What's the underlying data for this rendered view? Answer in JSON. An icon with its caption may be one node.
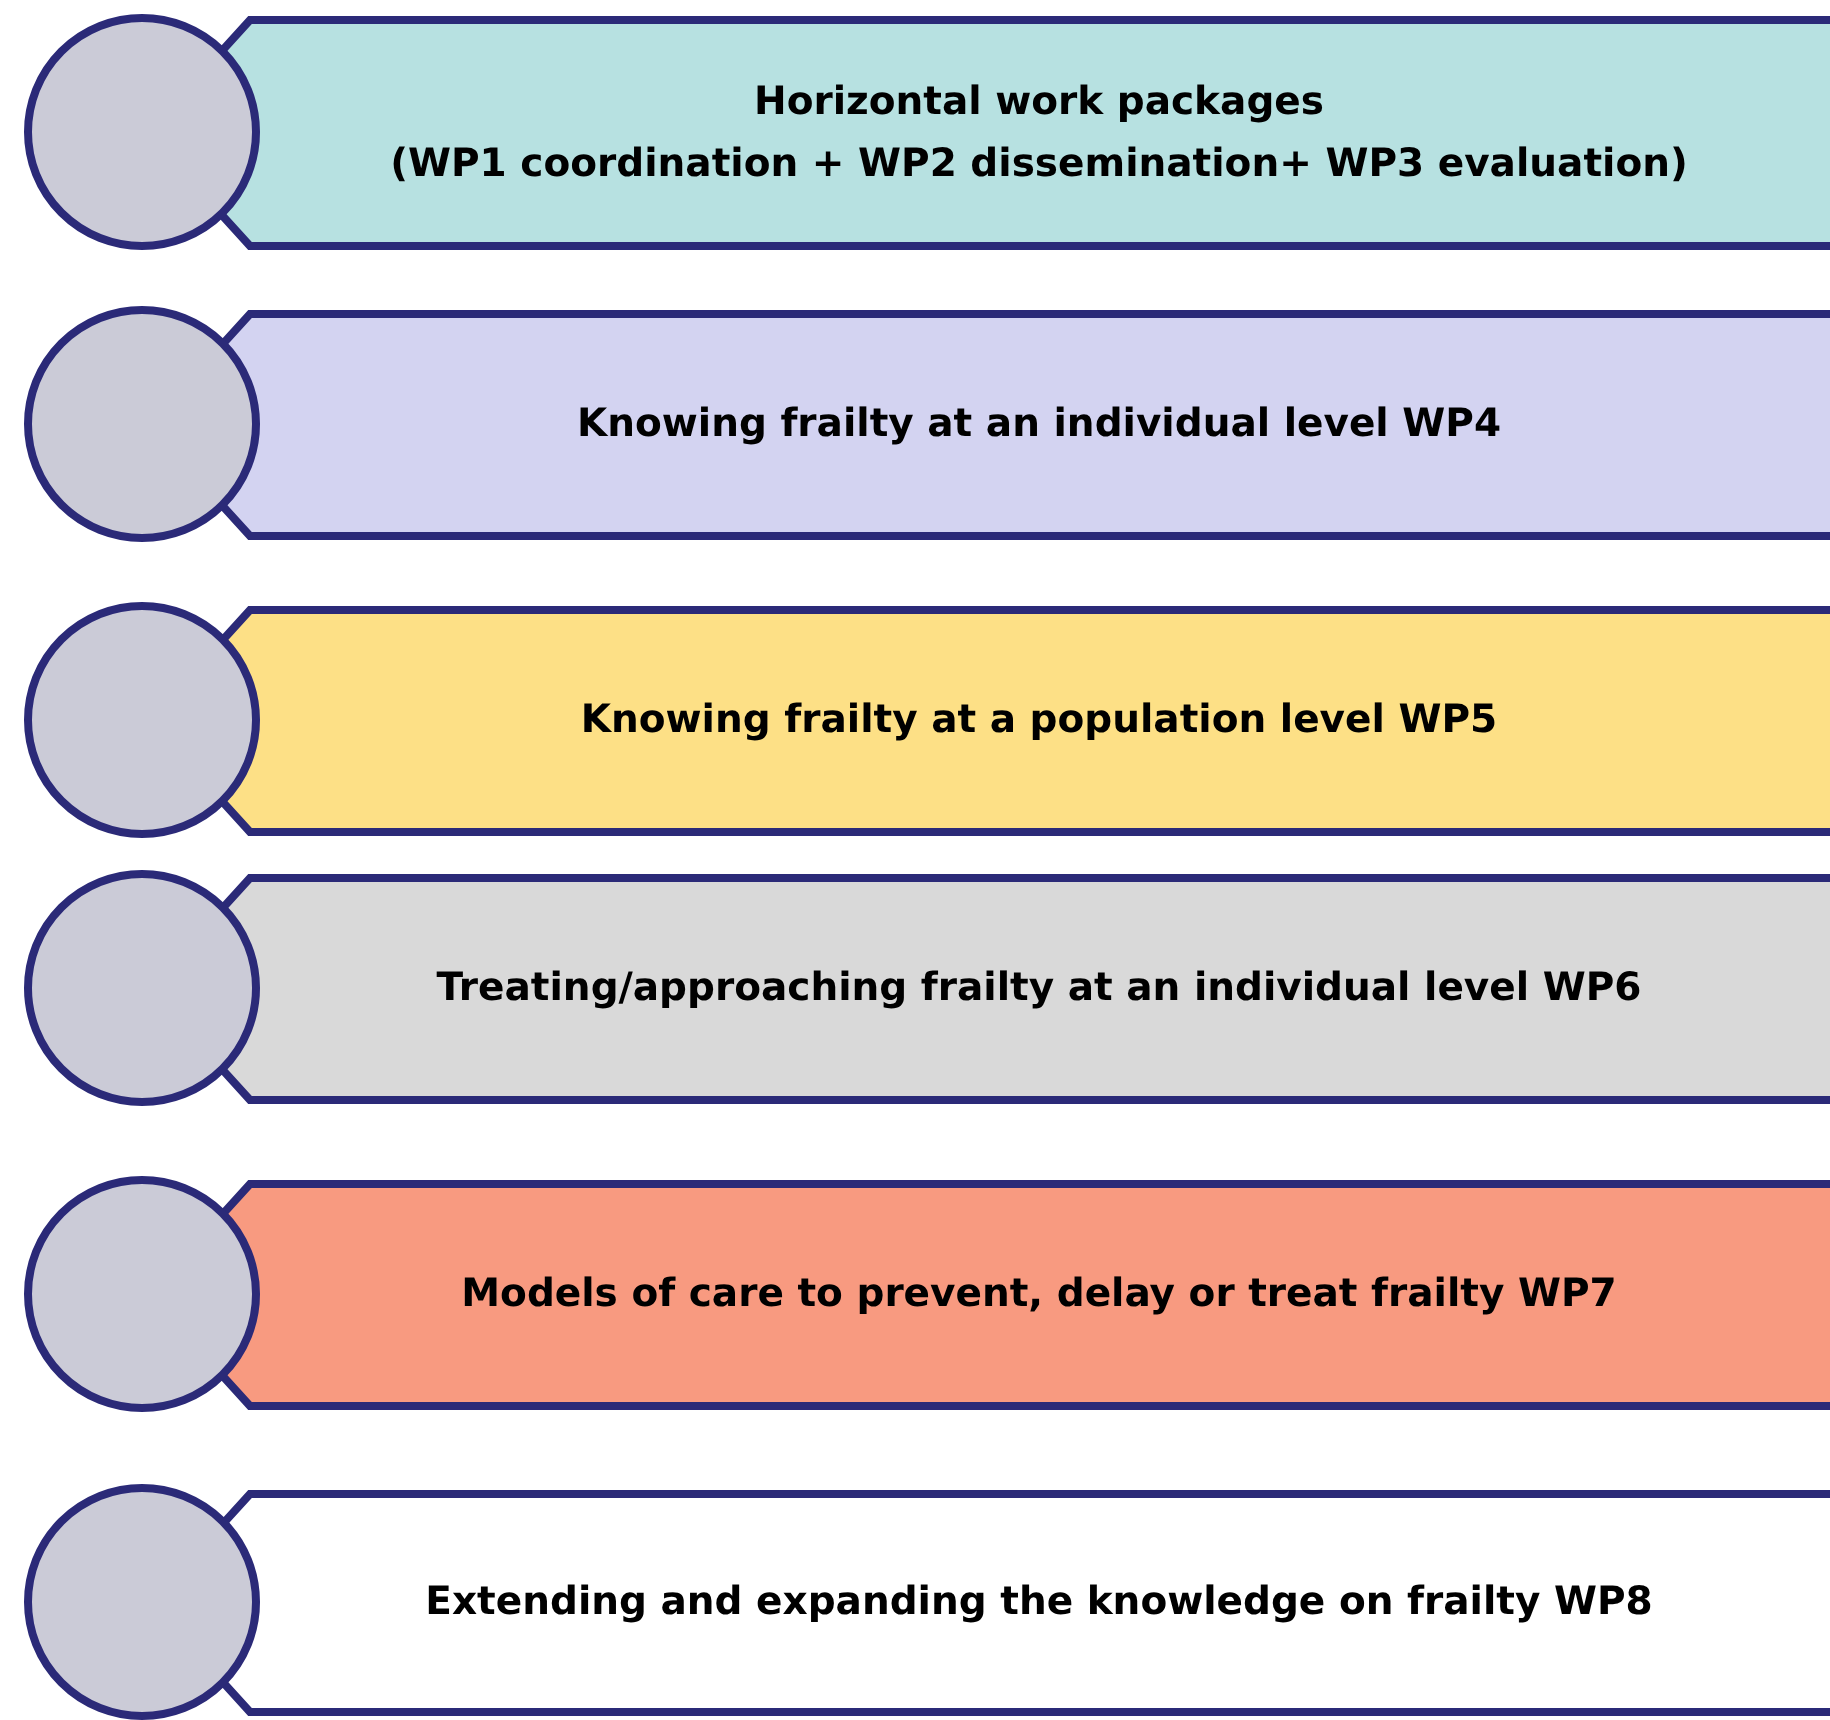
{
  "diagram": {
    "nodes": [
      {
        "text": [],
        "shape": "circle"
      },
      {
        "text": [
          "Horizontal work packages",
          "(WP1 coordination + WP2 dissemination+ WP3 evaluation)"
        ]
      },
      {
        "text": [],
        "shape": "circle"
      },
      {
        "text": [
          "Knowing frailty at an individual level WP4"
        ]
      },
      {
        "text": [],
        "shape": "circle"
      },
      {
        "text": [
          "Knowing frailty at a population level WP5"
        ]
      },
      {
        "text": [],
        "shape": "circle"
      },
      {
        "text": [
          "Treating/approaching frailty at an individual level WP6"
        ]
      },
      {
        "text": [],
        "shape": "circle"
      },
      {
        "text": [
          "Models of care to prevent, delay or treat frailty WP7"
        ]
      },
      {
        "text": [],
        "shape": "circle"
      },
      {
        "text": [
          "Extending and expanding the knowledge on frailty WP8"
        ]
      }
    ]
  }
}
